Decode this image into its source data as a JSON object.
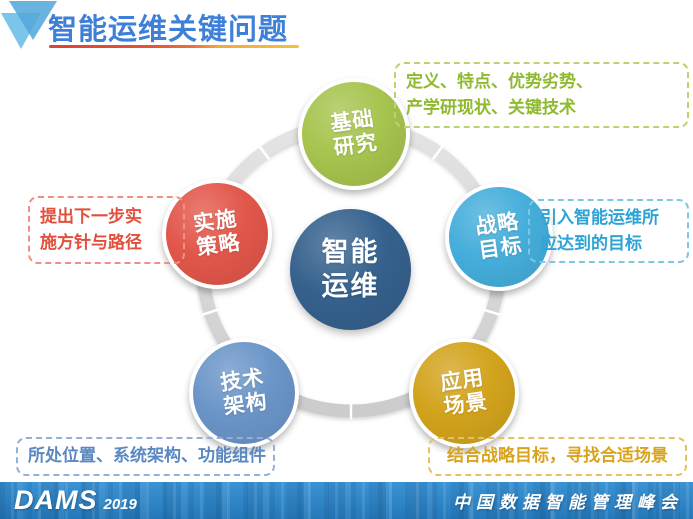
{
  "slide": {
    "title": "智能运维关键问题",
    "title_color": "#3e7fd8",
    "underline_colors": [
      "#df4136",
      "#f4c13c"
    ]
  },
  "diagram": {
    "center": {
      "line1": "智能",
      "line2": "运维",
      "color": "#35618d"
    },
    "nodes": [
      {
        "id": "foundation",
        "line1": "基础",
        "line2": "研究",
        "color": "#a6c44e"
      },
      {
        "id": "strategy",
        "line1": "战略",
        "line2": "目标",
        "color": "#45aedb"
      },
      {
        "id": "application",
        "line1": "应用",
        "line2": "场景",
        "color": "#d2a31c"
      },
      {
        "id": "architecture",
        "line1": "技术",
        "line2": "架构",
        "color": "#6b95c8"
      },
      {
        "id": "implementation",
        "line1": "实施",
        "line2": "策略",
        "color": "#e2564a"
      }
    ],
    "annotations": [
      {
        "id": "foundation-note",
        "lines": [
          "定义、特点、优势劣势、",
          "产学研现状、关键技术"
        ],
        "color": "#8fba30",
        "border": "#b9d46e"
      },
      {
        "id": "strategy-note",
        "lines": [
          "引入智能运维所",
          "应达到的目标"
        ],
        "color": "#2ea3d6",
        "border": "#7cc6e6"
      },
      {
        "id": "application-note",
        "lines": [
          "结合战略目标，寻找合适场景"
        ],
        "color": "#d8a41e",
        "border": "#e4c261"
      },
      {
        "id": "architecture-note",
        "lines": [
          "所处位置、系统架构、功能组件"
        ],
        "color": "#5b88c0",
        "border": "#92b1d8"
      },
      {
        "id": "implementation-note",
        "lines": [
          "提出下一步实",
          "施方针与路径"
        ],
        "color": "#e34f3d",
        "border": "#ee9184"
      }
    ],
    "ring_color": "#d8d8d8"
  },
  "footer": {
    "brand": "DAMS",
    "year": "2019",
    "event": "中国数据智能管理峰会",
    "bar_color": "#2e86c8"
  }
}
